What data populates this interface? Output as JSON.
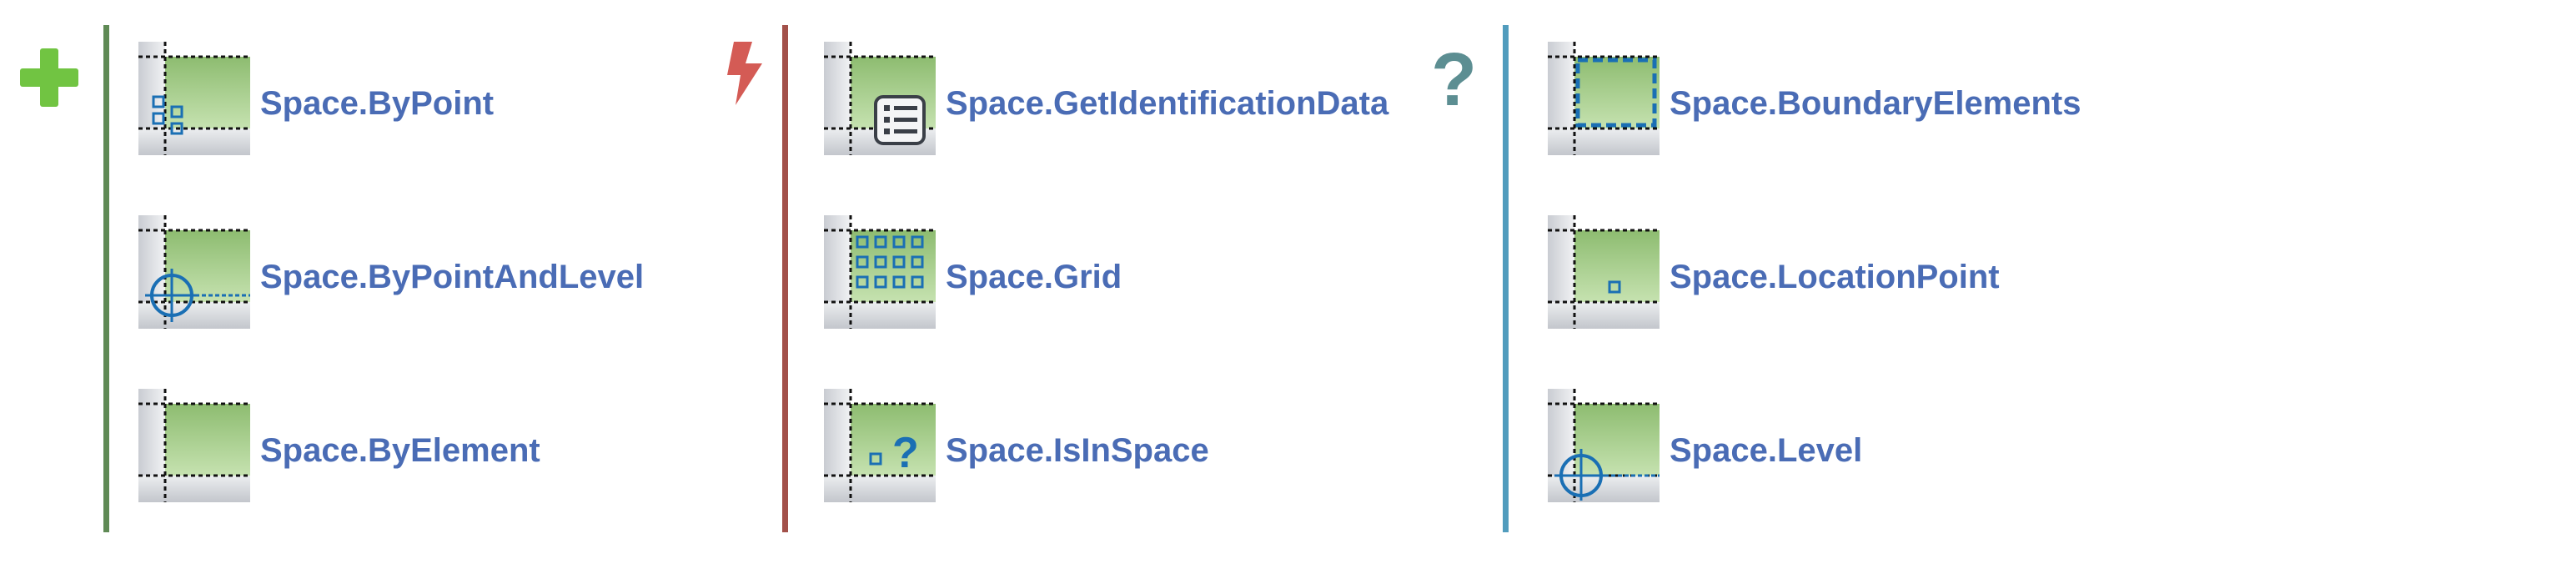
{
  "colors": {
    "create": "#71c442",
    "action": "#d45b55",
    "query": "#5c8e92",
    "create_divider": "#5f8a55",
    "action_divider": "#a3514a",
    "query_divider": "#519cbd",
    "label": "#4a6cb5",
    "node_green_top": "#8fbd73",
    "node_green_bottom": "#c2dfab",
    "node_gray": "#d6d8dc",
    "glyph_blue": "#1a6fb4"
  },
  "categories": {
    "create": {
      "icon": "plus-icon"
    },
    "action": {
      "icon": "lightning-icon"
    },
    "query": {
      "icon": "question-mark-icon"
    }
  },
  "nodes": {
    "by_point": {
      "label": "Space.ByPoint",
      "icon": "space-by-point-icon"
    },
    "by_point_and_level": {
      "label": "Space.ByPointAndLevel",
      "icon": "space-by-point-and-level-icon"
    },
    "by_element": {
      "label": "Space.ByElement",
      "icon": "space-by-element-icon"
    },
    "get_identification_data": {
      "label": "Space.GetIdentificationData",
      "icon": "space-get-identification-data-icon"
    },
    "grid": {
      "label": "Space.Grid",
      "icon": "space-grid-icon"
    },
    "is_in_space": {
      "label": "Space.IsInSpace",
      "icon": "space-is-in-space-icon"
    },
    "boundary_elements": {
      "label": "Space.BoundaryElements",
      "icon": "space-boundary-elements-icon"
    },
    "location_point": {
      "label": "Space.LocationPoint",
      "icon": "space-location-point-icon"
    },
    "level": {
      "label": "Space.Level",
      "icon": "space-level-icon"
    }
  }
}
